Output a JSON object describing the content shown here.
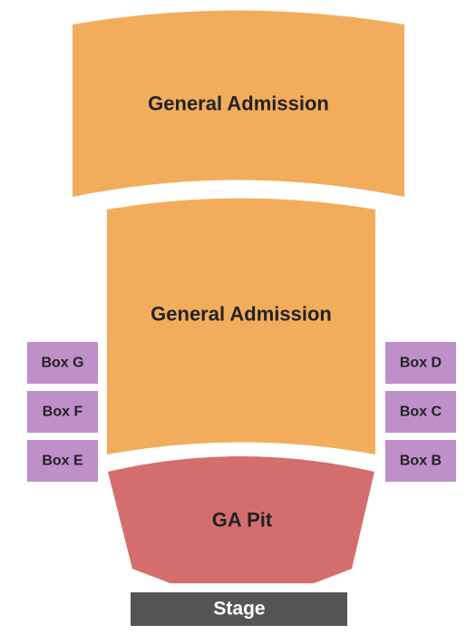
{
  "sections": {
    "ga_upper": {
      "label": "General Admission"
    },
    "ga_lower": {
      "label": "General Admission"
    },
    "ga_pit": {
      "label": "GA Pit"
    },
    "stage": {
      "label": "Stage"
    },
    "boxes": {
      "box_g": "Box G",
      "box_f": "Box F",
      "box_e": "Box E",
      "box_d": "Box D",
      "box_c": "Box C",
      "box_b": "Box B"
    }
  },
  "colors": {
    "general_admission": "#f2ad5c",
    "ga_pit": "#d46e6e",
    "box": "#be8fc9",
    "stage": "#555555"
  }
}
